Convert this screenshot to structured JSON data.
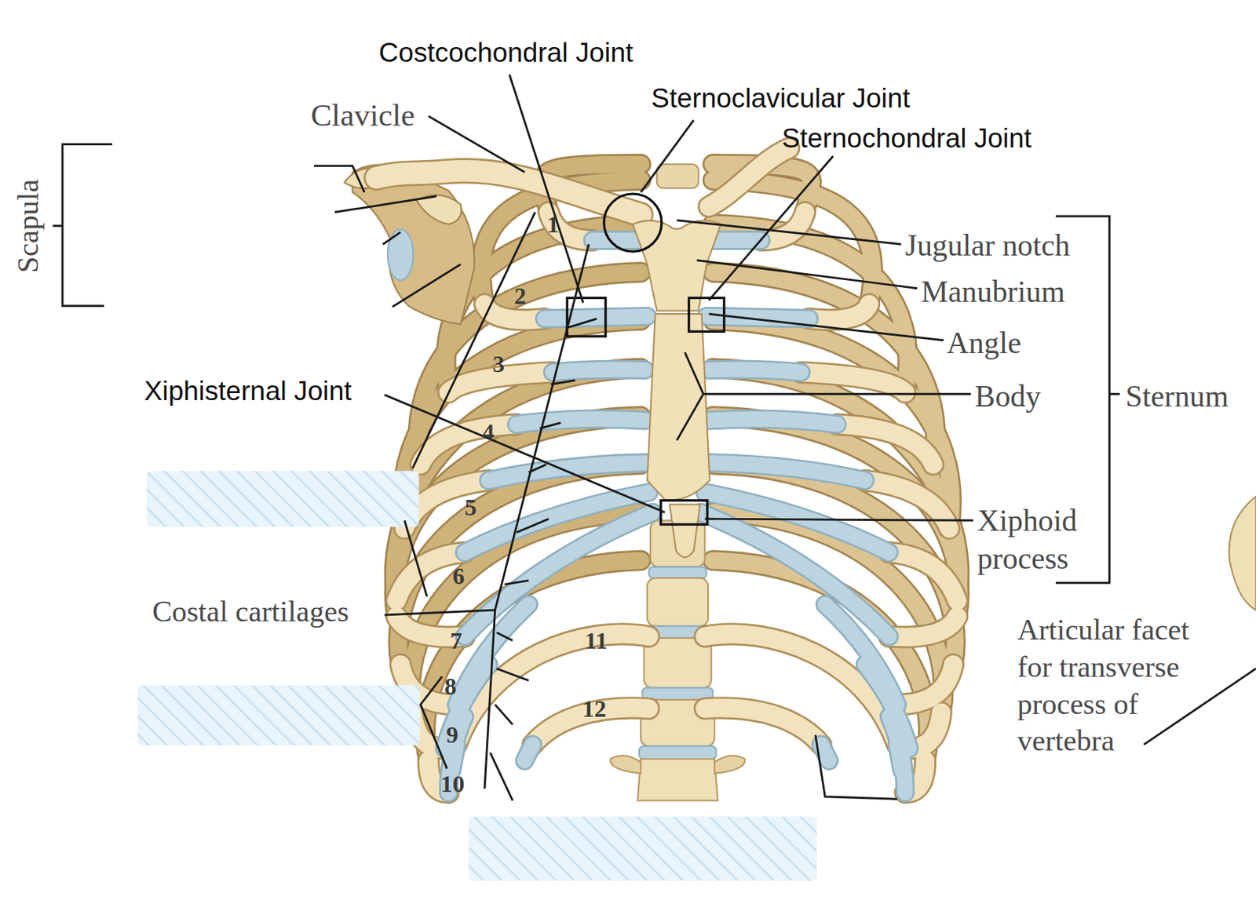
{
  "diagram": {
    "labels": [
      "Costcochondral Joint",
      "Sternoclavicular Joint",
      "Clavicle",
      "Sternochondral Joint",
      "1",
      "Jugular notch",
      "Scapula",
      "Manubrium",
      "2",
      "Angle",
      "3",
      "Xiphisternal Joint",
      "Body",
      "Sternum",
      "4",
      "5",
      "Xiphoid process",
      "6",
      "Costal cartilages",
      "Articular facet for transverse process of vertebra",
      "7",
      "11",
      "8",
      "12",
      "9",
      "10"
    ]
  }
}
